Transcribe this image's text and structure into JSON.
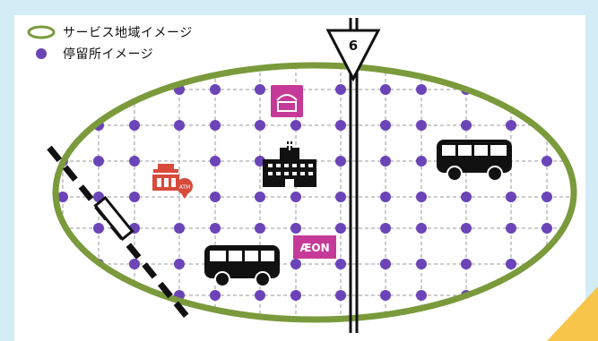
{
  "legend": {
    "service_area_label": "サービス地域イメージ",
    "stop_label": "停留所イメージ"
  },
  "route_sign": {
    "number": "6"
  },
  "store_label": "ÆON",
  "colors": {
    "background": "#d3edf6",
    "area_outline": "#7a9a3c",
    "stop_dot": "#6b44b8",
    "grid_line": "#9a9a9a",
    "store_magenta": "#c53a98",
    "bank_red": "#d84a3a",
    "corner_accent": "#f6c54a"
  },
  "icons": [
    "hospital-icon",
    "bus-icon",
    "bank-atm-icon",
    "shop-icon",
    "store-icon",
    "railway-icon",
    "route-sign-icon"
  ]
}
